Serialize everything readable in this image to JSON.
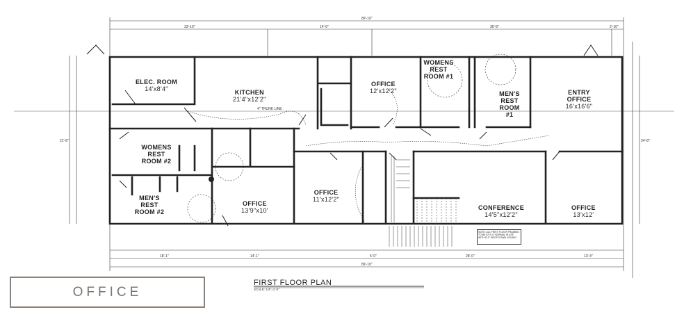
{
  "title_block": {
    "label": "OFFICE"
  },
  "plan": {
    "title": "FIRST FLOOR PLAN",
    "scale": "SCALE: 1/4\"=1'-0\""
  },
  "dimensions": {
    "overall_top": "89'-10\"",
    "top": [
      "33'-10\"",
      "14'-6\"",
      "36'-8\"",
      "2'-10\""
    ],
    "overall_bottom": "89'-10\"",
    "bottom": [
      "18'-1\"",
      "14'-1\"",
      "5'-0\"",
      "28'-0\"",
      "13'-4\""
    ],
    "left": "21'-8\"",
    "right": "24'-8\""
  },
  "rooms": [
    {
      "name": "ELEC. ROOM",
      "size": "14'x8'4\""
    },
    {
      "name": "KITCHEN",
      "size": "21'4\"x12'2\""
    },
    {
      "name": "OFFICE",
      "size": "12'x12'2\""
    },
    {
      "name": "WOMENS REST ROOM #1",
      "size": ""
    },
    {
      "name": "MEN'S REST ROOM #1",
      "size": ""
    },
    {
      "name": "ENTRY OFFICE",
      "size": "16'x16'6\""
    },
    {
      "name": "WOMENS REST ROOM #2",
      "size": ""
    },
    {
      "name": "MEN'S REST ROOM #2",
      "size": ""
    },
    {
      "name": "OFFICE",
      "size": "13'9\"x10'"
    },
    {
      "name": "OFFICE",
      "size": "11'x12'2\""
    },
    {
      "name": "CONFERENCE",
      "size": "14'5\"x12'2\""
    },
    {
      "name": "OFFICE",
      "size": "13'x12'"
    }
  ],
  "annotations": {
    "trunk_line": "4\" TRUNK LINE",
    "note": "NOTE: ALL FIRST FLOOR FRAMING TO BE AT 9'-0\" NORMAL PLATE WITH 8'-0\" DROP DOWN CEILING"
  }
}
